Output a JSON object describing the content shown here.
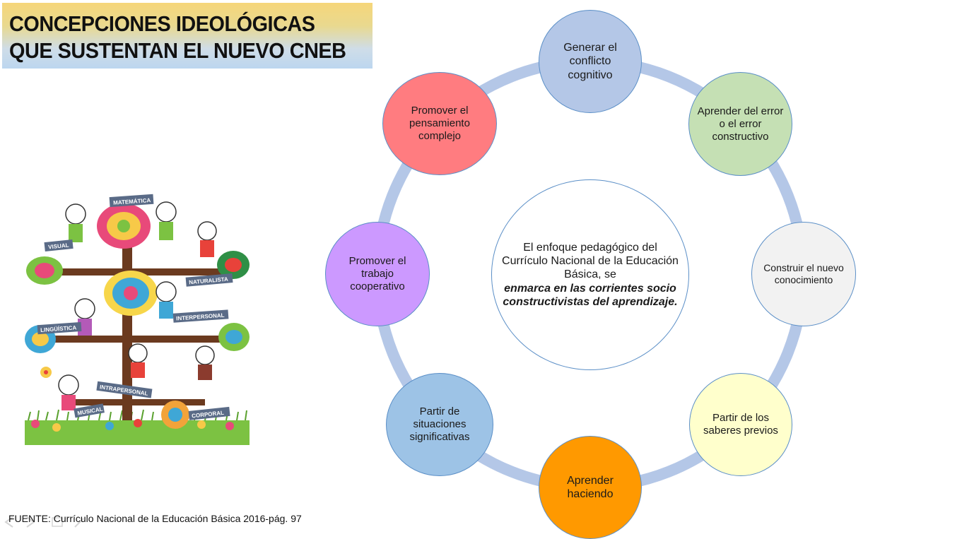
{
  "title": {
    "line1": "CONCEPCIONES IDEOLÓGICAS",
    "line2": "QUE SUSTENTAN EL NUEVO CNEB"
  },
  "illustration": {
    "labels": [
      "MATEMÁTICA",
      "VISUAL",
      "NATURALISTA",
      "INTERPERSONAL",
      "LINGÜÍSTICA",
      "INTRAPERSONAL",
      "MUSICAL",
      "CORPORAL"
    ]
  },
  "diagram": {
    "center_text_plain": "El enfoque pedagógico del Currículo Nacional de la Educación Básica, se",
    "center_text_emphasis": "enmarca en las corrientes socio constructivistas del aprendizaje.",
    "nodes": [
      {
        "label": "Generar el conflicto cognitivo",
        "color": "#b4c7e7"
      },
      {
        "label": "Aprender del error o el error constructivo",
        "color": "#c5e0b4"
      },
      {
        "label": "Construir el nuevo conocimiento",
        "color": "#f2f2f2"
      },
      {
        "label": "Partir de los saberes previos",
        "color": "#ffffcc"
      },
      {
        "label": "Aprender haciendo",
        "color": "#ff9900"
      },
      {
        "label": "Partir de situaciones significativas",
        "color": "#9dc3e6"
      },
      {
        "label": "Promover el trabajo cooperativo",
        "color": "#cc99ff"
      },
      {
        "label": "Promover el pensamiento complejo",
        "color": "#ff7c80"
      }
    ],
    "ring_color": "#b4c7e7"
  },
  "source": "FUENTE: Currículo Nacional de la Educación Básica 2016-pág. 97"
}
